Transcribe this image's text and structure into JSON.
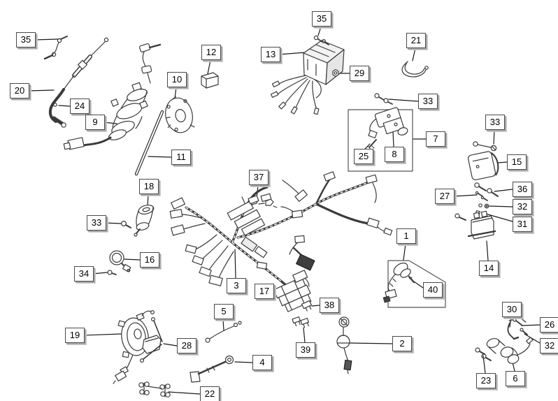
{
  "diagram": {
    "title_hint": "exploded electrical parts diagram",
    "colors": {
      "background": "#ffffff",
      "line_art": "#3a3a3a",
      "label_face": "#ffffff",
      "label_border": "#4a4a4a",
      "label_shadow": "#a8a8a8",
      "dark_connector": "#3f3f3f"
    },
    "labels": [
      {
        "text": "35"
      },
      {
        "text": "20"
      },
      {
        "text": "24"
      },
      {
        "text": "9"
      },
      {
        "text": "12"
      },
      {
        "text": "10"
      },
      {
        "text": "13"
      },
      {
        "text": "29"
      },
      {
        "text": "35"
      },
      {
        "text": "21"
      },
      {
        "text": "33"
      },
      {
        "text": "7"
      },
      {
        "text": "25"
      },
      {
        "text": "8"
      },
      {
        "text": "33"
      },
      {
        "text": "15"
      },
      {
        "text": "36"
      },
      {
        "text": "27"
      },
      {
        "text": "32"
      },
      {
        "text": "31"
      },
      {
        "text": "14"
      },
      {
        "text": "18"
      },
      {
        "text": "33"
      },
      {
        "text": "16"
      },
      {
        "text": "34"
      },
      {
        "text": "11"
      },
      {
        "text": "37"
      },
      {
        "text": "3"
      },
      {
        "text": "17"
      },
      {
        "text": "38"
      },
      {
        "text": "39"
      },
      {
        "text": "5"
      },
      {
        "text": "4"
      },
      {
        "text": "2"
      },
      {
        "text": "1"
      },
      {
        "text": "40"
      },
      {
        "text": "30"
      },
      {
        "text": "26"
      },
      {
        "text": "32"
      },
      {
        "text": "23"
      },
      {
        "text": "6"
      },
      {
        "text": "19"
      },
      {
        "text": "28"
      },
      {
        "text": "22"
      }
    ]
  }
}
